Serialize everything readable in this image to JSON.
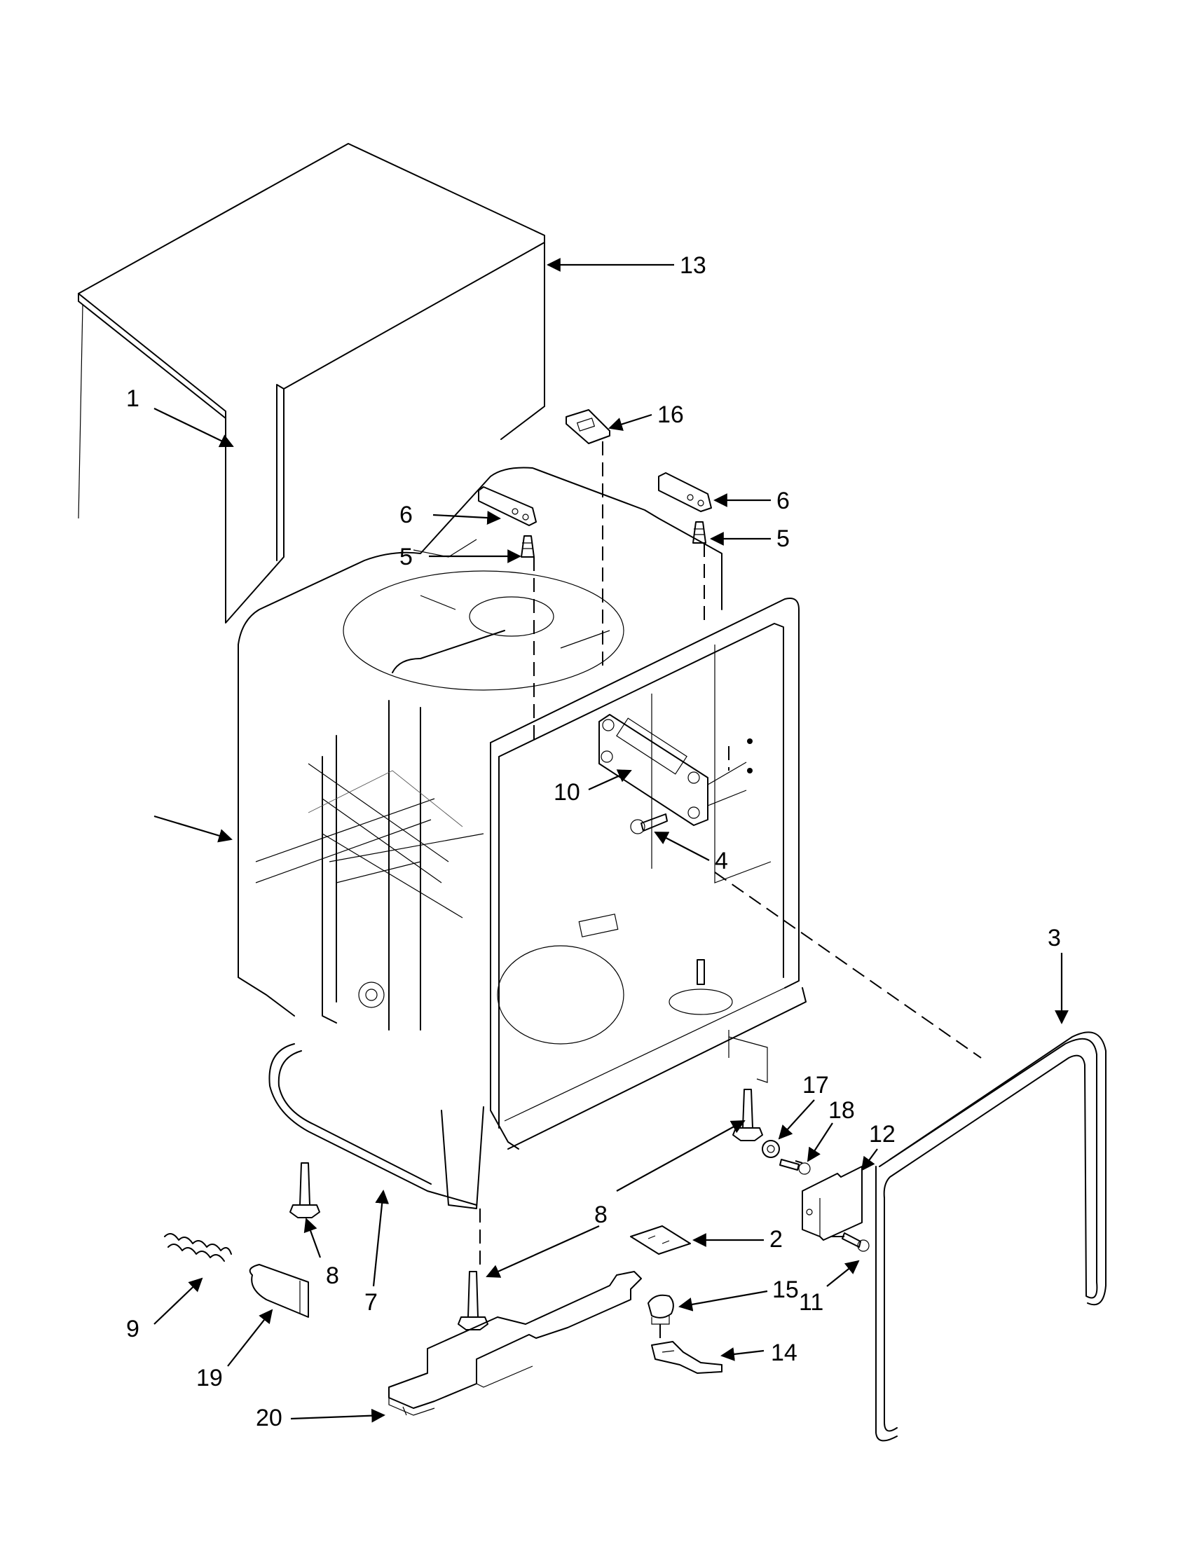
{
  "callouts": {
    "c1": "1",
    "c2": "2",
    "c3": "3",
    "c4": "4",
    "c5a": "5",
    "c5b": "5",
    "c6a": "6",
    "c6b": "6",
    "c7": "7",
    "c8a": "8",
    "c8b": "8",
    "c9": "9",
    "c10": "10",
    "c11": "11",
    "c12": "12",
    "c13": "13",
    "c14": "14",
    "c15": "15",
    "c16": "16",
    "c17": "17",
    "c18": "18",
    "c19": "19",
    "c20": "20"
  },
  "colors": {
    "line": "#000000",
    "background": "#ffffff"
  }
}
